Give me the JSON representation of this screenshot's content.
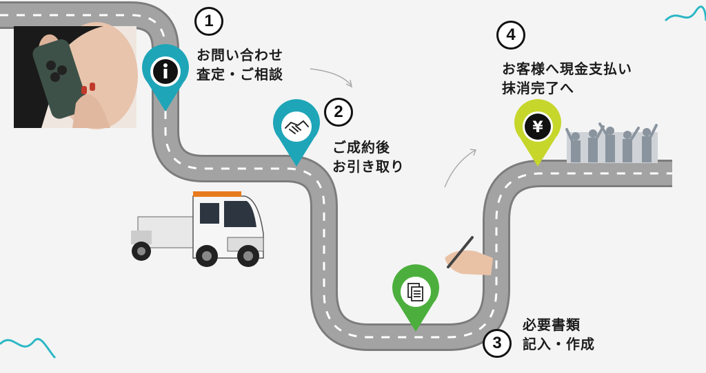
{
  "steps": [
    {
      "number": "1",
      "line1": "お問い合わせ",
      "line2": "査定・ご相談",
      "pin_color": "#1ea5b8",
      "icon": "info-icon"
    },
    {
      "number": "2",
      "line1": "ご成約後",
      "line2": "お引き取り",
      "pin_color": "#1ea5b8",
      "icon": "handshake-icon"
    },
    {
      "number": "3",
      "line1": "必要書類",
      "line2": "記入・作成",
      "pin_color": "#4caf3d",
      "icon": "documents-icon"
    },
    {
      "number": "4",
      "line1": "お客様へ現金支払い",
      "line2": "抹消完了へ",
      "pin_color": "#c6d62b",
      "icon": "yen-icon"
    }
  ],
  "colors": {
    "road": "#9a9a9a",
    "road_edge": "#7c7c7c",
    "dash": "#ffffff",
    "accent": "#2bb7c5"
  }
}
